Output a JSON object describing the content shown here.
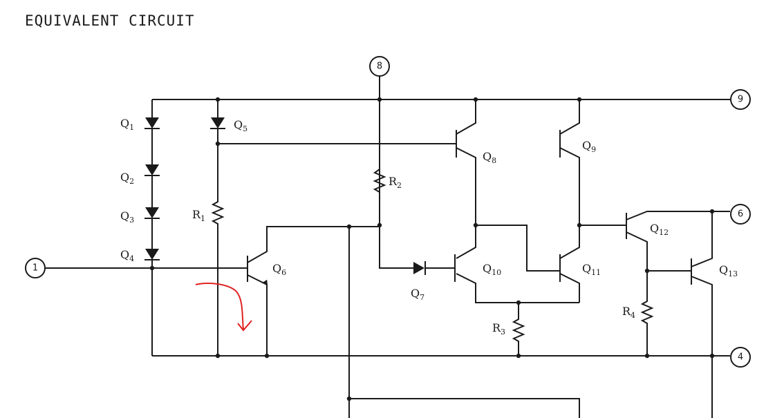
{
  "title": "EQUIVALENT CIRCUIT",
  "pins": {
    "p8": "8",
    "p9": "9",
    "p1": "1",
    "p6": "6",
    "p4": "4"
  },
  "components": {
    "q1": "Q",
    "q1_sub": "1",
    "q2": "Q",
    "q2_sub": "2",
    "q3": "Q",
    "q3_sub": "3",
    "q4": "Q",
    "q4_sub": "4",
    "q5": "Q",
    "q5_sub": "5",
    "q6": "Q",
    "q6_sub": "6",
    "q7": "Q",
    "q7_sub": "7",
    "q8": "Q",
    "q8_sub": "8",
    "q9": "Q",
    "q9_sub": "9",
    "q10": "Q",
    "q10_sub": "10",
    "q11": "Q",
    "q11_sub": "11",
    "q12": "Q",
    "q12_sub": "12",
    "q13": "Q",
    "q13_sub": "13",
    "r1": "R",
    "r1_sub": "1",
    "r2": "R",
    "r2_sub": "2",
    "r3": "R",
    "r3_sub": "3",
    "r4": "R",
    "r4_sub": "4"
  },
  "annotation_color": "#e02020"
}
